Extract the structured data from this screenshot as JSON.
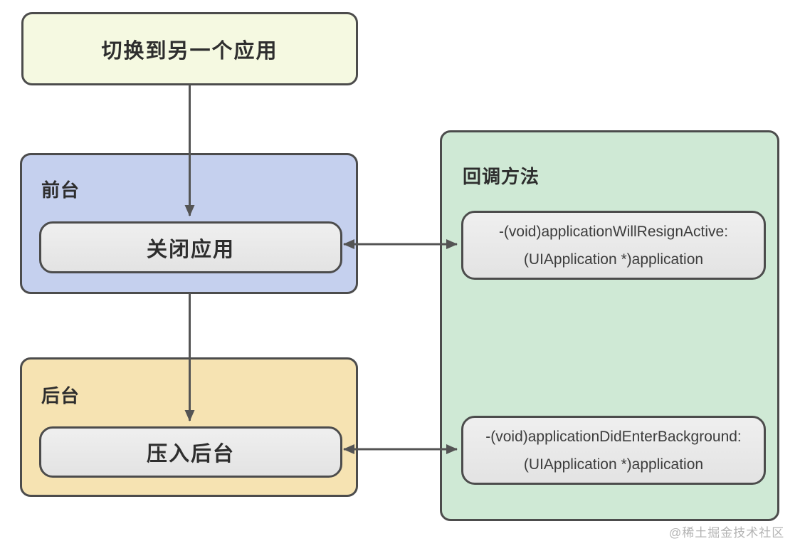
{
  "diagram": {
    "title_node": {
      "label": "切换到另一个应用"
    },
    "foreground_group": {
      "label": "前台",
      "node": {
        "label": "关闭应用"
      }
    },
    "background_group": {
      "label": "后台",
      "node": {
        "label": "压入后台"
      }
    },
    "callbacks_group": {
      "label": "回调方法",
      "callbacks": [
        {
          "line1": "-(void)applicationWillResignActive:",
          "line2": "(UIApplication *)application"
        },
        {
          "line1": "-(void)applicationDidEnterBackground:",
          "line2": "(UIApplication *)application"
        }
      ]
    },
    "connectors": [
      {
        "from": "switch-app-node",
        "to": "close-app-node",
        "direction": "down"
      },
      {
        "from": "close-app-node",
        "to": "push-background-node",
        "direction": "down"
      },
      {
        "from": "close-app-node",
        "to": "applicationWillResignActive-node",
        "direction": "bidirectional"
      },
      {
        "from": "push-background-node",
        "to": "applicationDidEnterBackground-node",
        "direction": "bidirectional"
      }
    ]
  },
  "watermark": "@稀土掘金技术社区",
  "colors": {
    "canvas-bg": "#ffffff",
    "box-border": "#4c4c4c",
    "connector": "#545454",
    "top-fill": "#f5f9e1",
    "foreground-fill": "#c5d0ee",
    "background-fill": "#f6e3b2",
    "callbacks-fill": "#cfe9d5",
    "inner-fill-top": "#efefef",
    "inner-fill-bottom": "#e3e3e3",
    "label-color": "#2e2e2e",
    "code-color": "#3c3c3c",
    "watermark-color": "#b3b3b3"
  }
}
